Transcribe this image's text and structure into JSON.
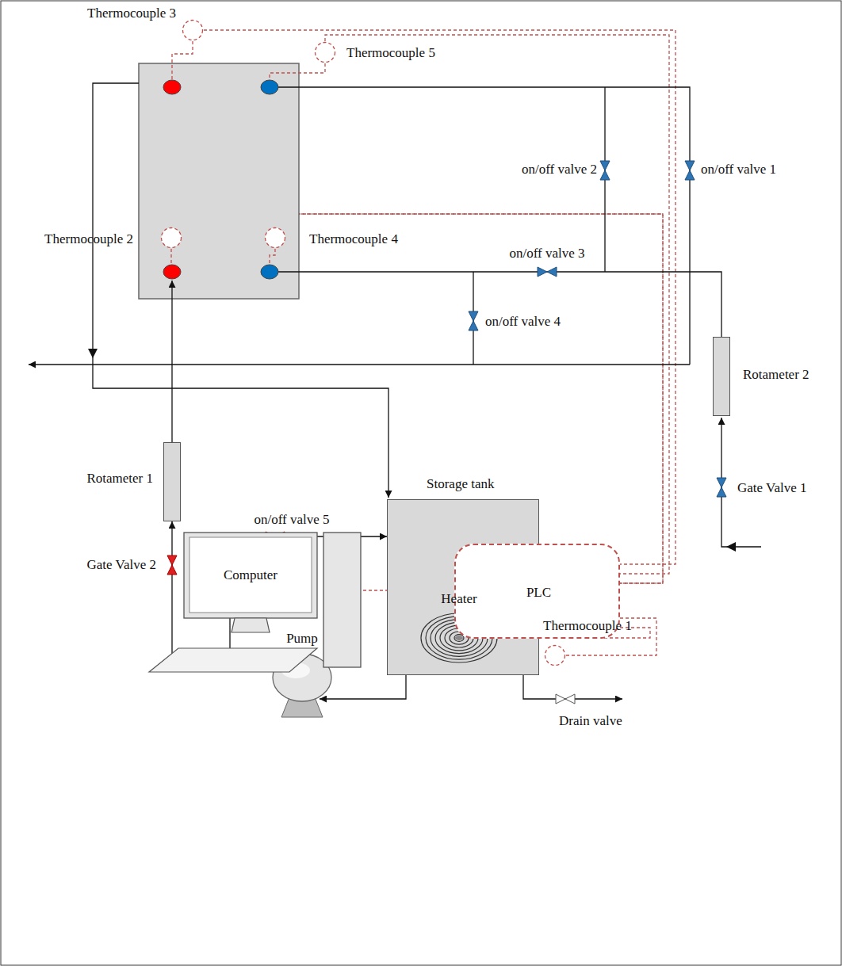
{
  "diagram": {
    "nodes": [
      {
        "text": [
          "Thermocouple 3"
        ]
      },
      {
        "text": [
          "Thermocouple 5"
        ]
      },
      {
        "text": [
          "Thermocouple 2"
        ]
      },
      {
        "text": [
          "Thermocouple 4"
        ]
      },
      {
        "text": [
          "Rotameter 2"
        ]
      },
      {
        "text": [
          "Rotameter 1"
        ]
      },
      {
        "text": [
          "Storage tank"
        ]
      },
      {
        "text": [
          "Heater"
        ],
        "in": 6
      },
      {
        "text": [
          "Pump"
        ]
      },
      {
        "text": [
          "Thermocouple 1"
        ]
      },
      {
        "text": [
          "Computer"
        ]
      },
      {
        "text": [
          "PLC"
        ]
      }
    ],
    "edges": [
      {
        "from": 6,
        "to": 8,
        "arrow": "to"
      },
      {
        "from": 8,
        "to": 6,
        "arrow": "to"
      },
      {
        "from": 8,
        "to": 5,
        "arrow": "to"
      },
      {
        "from": 0,
        "to": 11,
        "arrow": "none"
      },
      {
        "from": 1,
        "to": 11,
        "arrow": "none"
      },
      {
        "from": 2,
        "to": 11,
        "arrow": "none"
      },
      {
        "from": 3,
        "to": 11,
        "arrow": "none"
      },
      {
        "from": 9,
        "to": 11,
        "arrow": "none"
      },
      {
        "from": 7,
        "to": 11,
        "arrow": "none"
      },
      {
        "from": 10,
        "to": 11,
        "arrow": "none"
      }
    ],
    "labels": [
      "on/off valve 2",
      "on/off valve 1",
      "on/off valve 3",
      "on/off valve 4",
      "on/off valve 5",
      "Gate Valve 2",
      "Gate Valve 1",
      "Drain valve"
    ]
  }
}
